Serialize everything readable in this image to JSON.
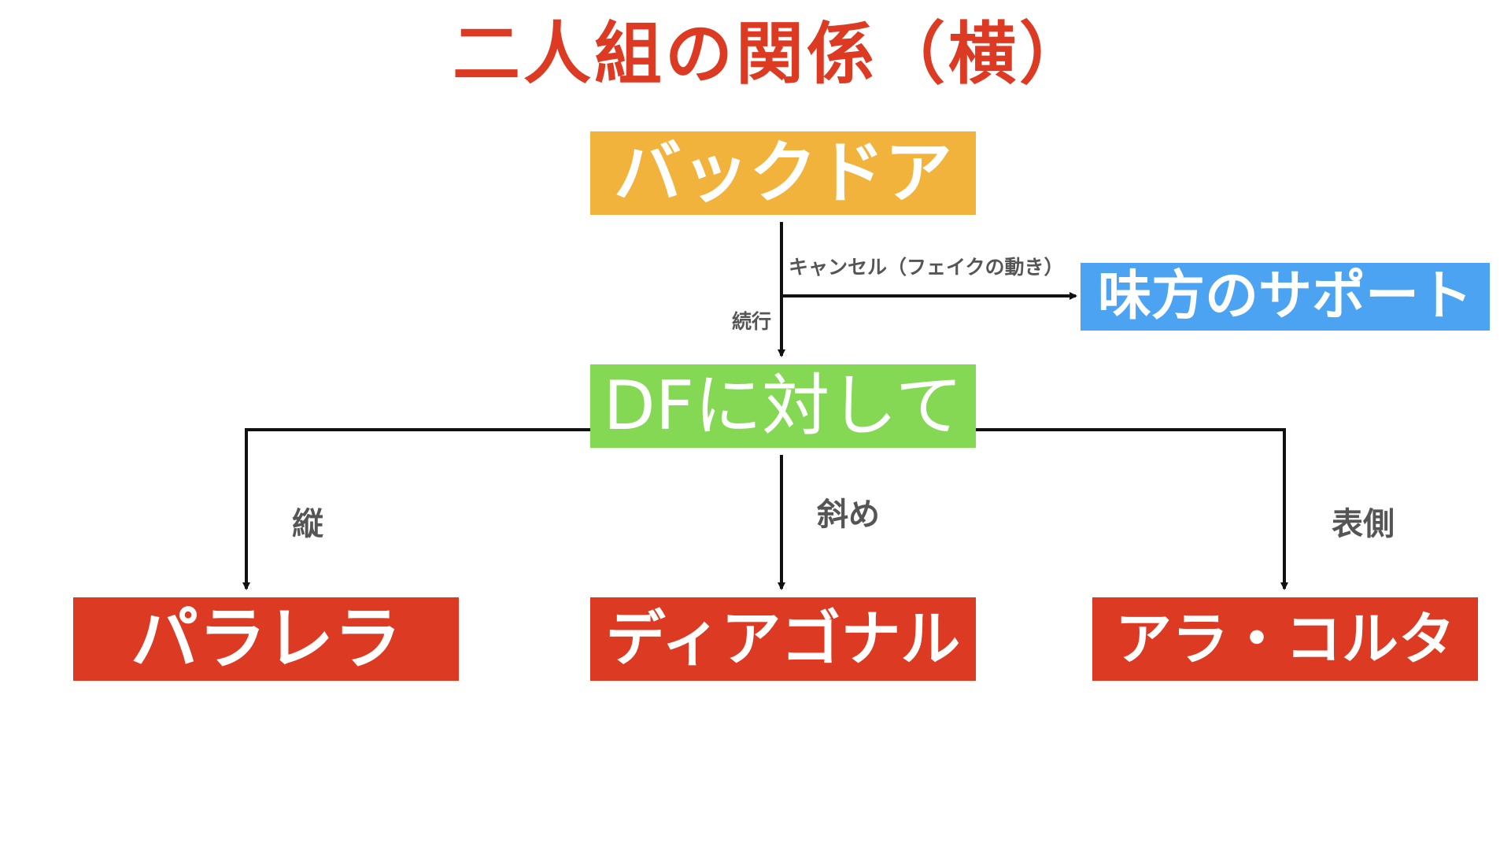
{
  "title": "二人組の関係（横）",
  "nodes": {
    "backdoor": "バックドア",
    "support": "味方のサポート",
    "vs_df": "DFに対して",
    "paralela": "パラレラ",
    "diagonal": "ディアゴナル",
    "ala_corta": "アラ・コルタ"
  },
  "edge_labels": {
    "cancel": "キャンセル（フェイクの動き）",
    "continue": "続行",
    "vertical": "縦",
    "diagonal": "斜め",
    "front_side": "表側"
  },
  "colors": {
    "title": "#dd3a23",
    "orange": "#f2b33d",
    "blue": "#4ba3f2",
    "green": "#84d854",
    "red": "#dd3a23",
    "line": "#111111",
    "label": "#555555"
  }
}
